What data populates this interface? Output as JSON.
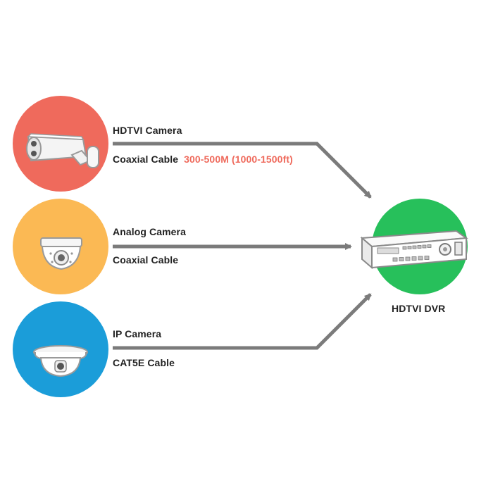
{
  "diagram": {
    "colors": {
      "hdtvi": "#ef6a5c",
      "analog": "#fbb954",
      "ip": "#1b9dd9",
      "dvr": "#27c05b",
      "line": "#7b7b7b",
      "distance": "#ef6a5c"
    },
    "sources": [
      {
        "camera": "HDTVI Camera",
        "cable": "Coaxial Cable",
        "distance": "300-500M (1000-1500ft)",
        "icon": "bullet-camera-icon"
      },
      {
        "camera": "Analog Camera",
        "cable": "Coaxial Cable",
        "icon": "dome-camera-icon"
      },
      {
        "camera": "IP Camera",
        "cable": "CAT5E Cable",
        "icon": "ip-dome-camera-icon"
      }
    ],
    "target": {
      "label": "HDTVI DVR",
      "icon": "dvr-recorder-icon"
    }
  }
}
